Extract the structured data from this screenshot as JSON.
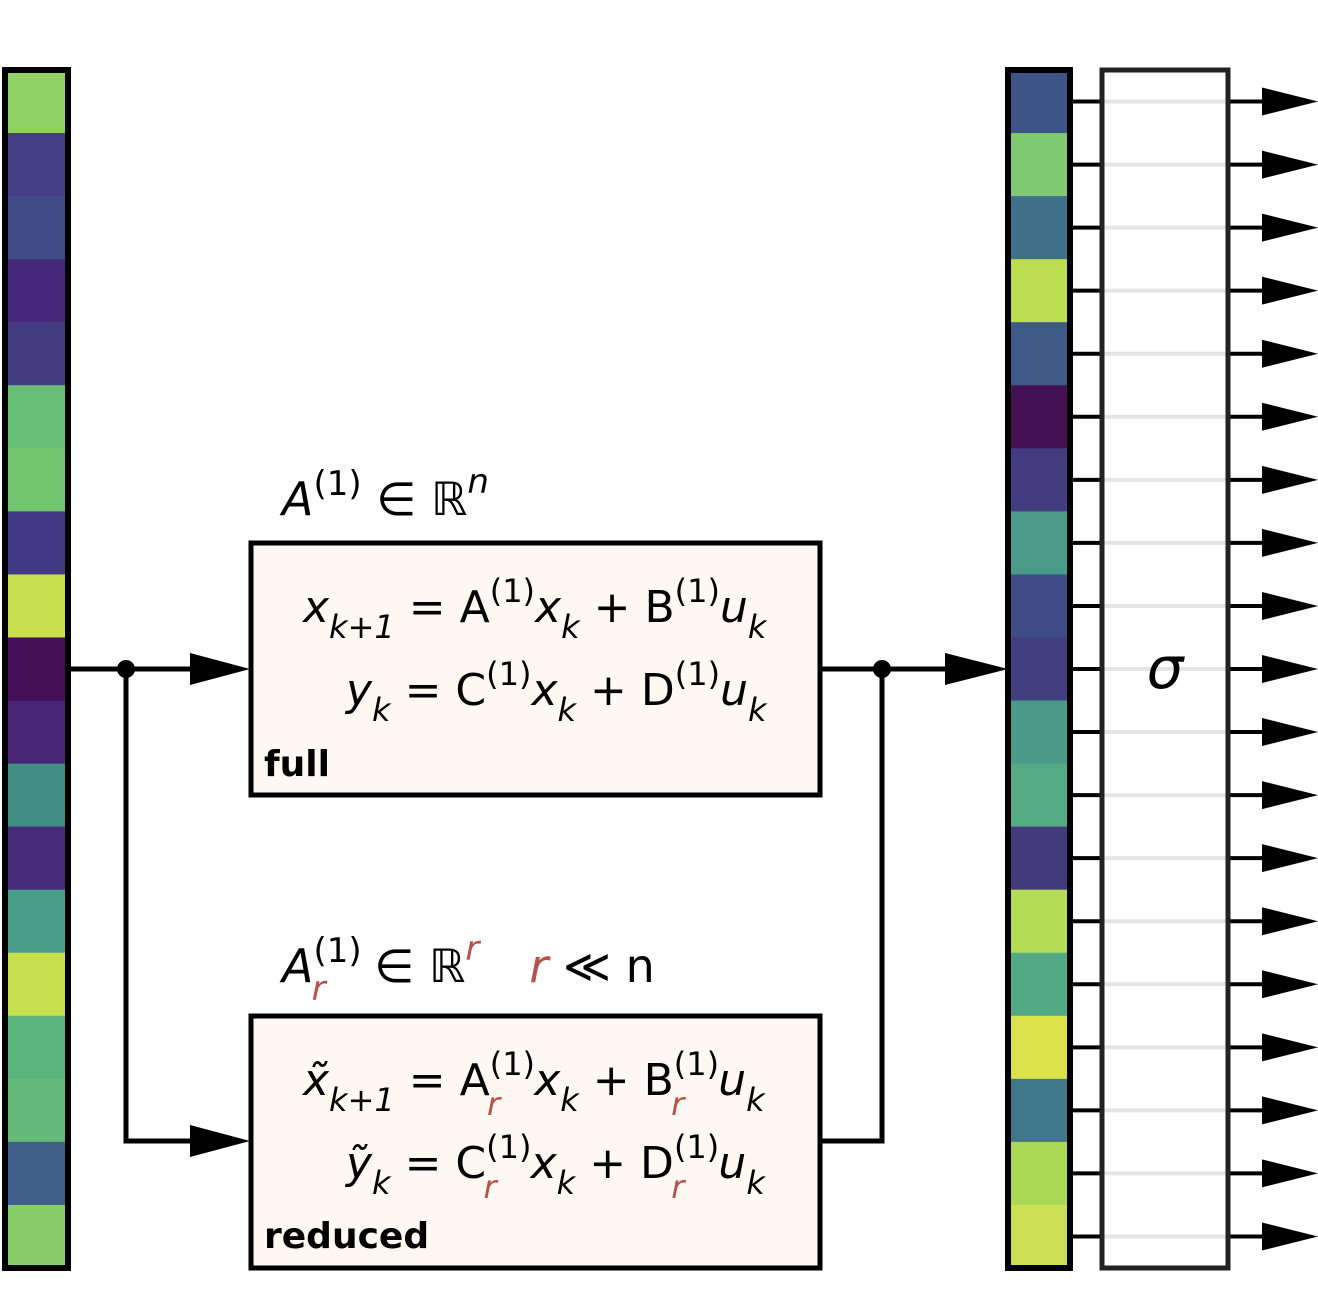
{
  "left_vector": {
    "colors": [
      "#90d163",
      "#433e85",
      "#3f4c86",
      "#46287a",
      "#443b83",
      "#67be77",
      "#72c56f",
      "#423884",
      "#c8e04e",
      "#430e55",
      "#462476",
      "#418d84",
      "#462c7a",
      "#4a9d88",
      "#c8e04e",
      "#5ab47d",
      "#65ba7a",
      "#3d5f88",
      "#86cc67"
    ]
  },
  "right_vector": {
    "colors": [
      "#3e5486",
      "#7ec972",
      "#3f718a",
      "#bbde51",
      "#3e5a87",
      "#431152",
      "#433c80",
      "#4a9b8a",
      "#3f4c86",
      "#433e80",
      "#4a9a88",
      "#55ab83",
      "#423a7b",
      "#b4dc55",
      "#52a985",
      "#dbe24a",
      "#41778a",
      "#acd857",
      "#cce055"
    ]
  },
  "activation": {
    "symbol": "σ"
  },
  "full": {
    "heading": {
      "A": "A",
      "sup": "(1)",
      "in": " ∈ ℝ",
      "n": "n"
    },
    "eq1": {
      "lhs": "x",
      "lhs_sub": "k+1",
      "eq": " = A",
      "sup1": "(1)",
      "x": "x",
      "k1": "k",
      "plus": " + B",
      "sup2": "(1)",
      "u": "u",
      "k2": "k"
    },
    "eq2": {
      "lhs": "y",
      "lhs_sub": "k",
      "eq": " = C",
      "sup1": "(1)",
      "x": "x",
      "k1": "k",
      "plus": " + D",
      "sup2": "(1)",
      "u": "u",
      "k2": "k"
    },
    "label": "full"
  },
  "reduced": {
    "heading": {
      "A": "A",
      "sup": "(1)",
      "sub": "r",
      "in": " ∈ ℝ",
      "r": "r",
      "cond_r": "r",
      "cond": " ≪ n"
    },
    "eq1": {
      "lhs": "x̃",
      "lhs_sub": "k+1",
      "eq": " = A",
      "sup1": "(1)",
      "sub1": "r",
      "x": "x",
      "k1": "k",
      "plus": " + B",
      "sup2": "(1)",
      "sub2": "r",
      "u": "u",
      "k2": "k"
    },
    "eq2": {
      "lhs": "ỹ",
      "lhs_sub": "k",
      "eq": " = C",
      "sup1": "(1)",
      "sub1": "r",
      "x": "x",
      "k1": "k",
      "plus": " + D",
      "sup2": "(1)",
      "sub2": "r",
      "u": "u",
      "k2": "k"
    },
    "label": "reduced"
  },
  "colors": {
    "highlight": "#b5524c",
    "box_fill": "#fdf8f2"
  }
}
